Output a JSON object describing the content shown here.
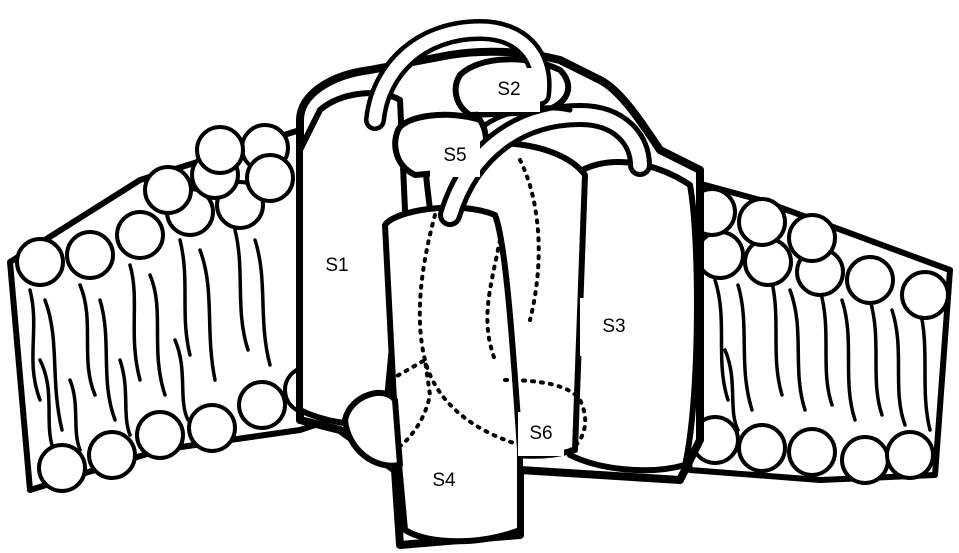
{
  "diagram": {
    "labels": {
      "s1": "S1",
      "s2": "S2",
      "s3": "S3",
      "s4": "S4",
      "s5": "S5",
      "s6": "S6"
    },
    "colors": {
      "line": "#000000",
      "fill": "#ffffff"
    }
  }
}
